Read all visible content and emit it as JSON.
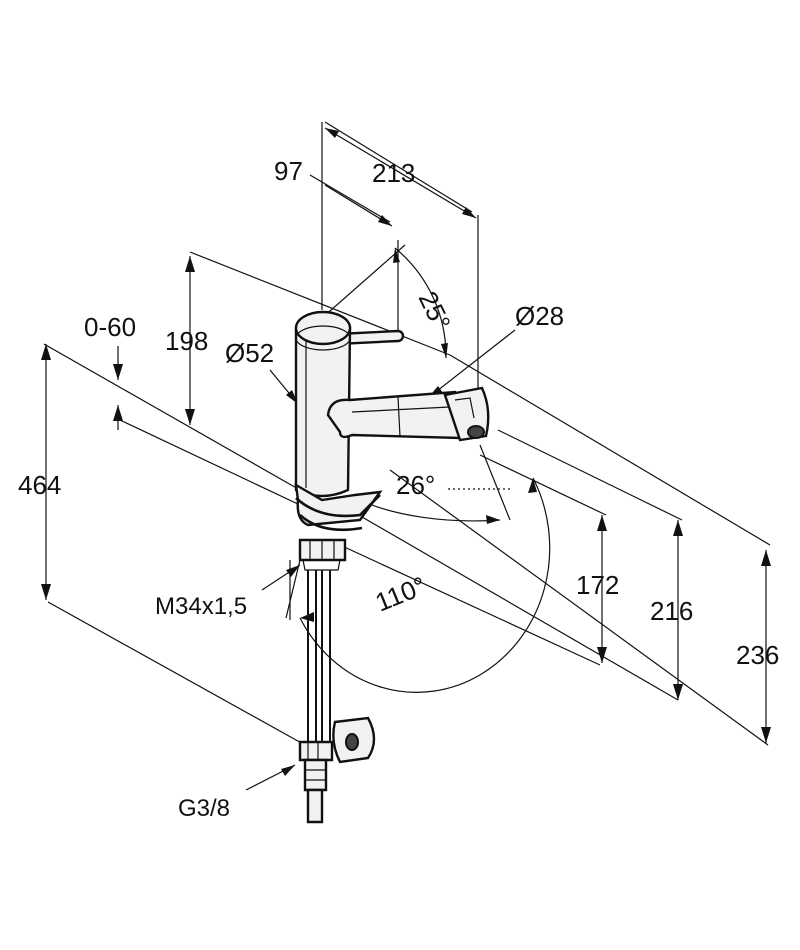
{
  "dimensions": {
    "d97": "97",
    "d213": "213",
    "d25deg": "25°",
    "d028": "Ø28",
    "d060": "0-60",
    "d198": "198",
    "d052": "Ø52",
    "d464": "464",
    "d26deg": "26°",
    "d172": "172",
    "d216": "216",
    "d236": "236",
    "d110deg": "110°",
    "thread": "M34x1,5",
    "connection": "G3/8"
  }
}
